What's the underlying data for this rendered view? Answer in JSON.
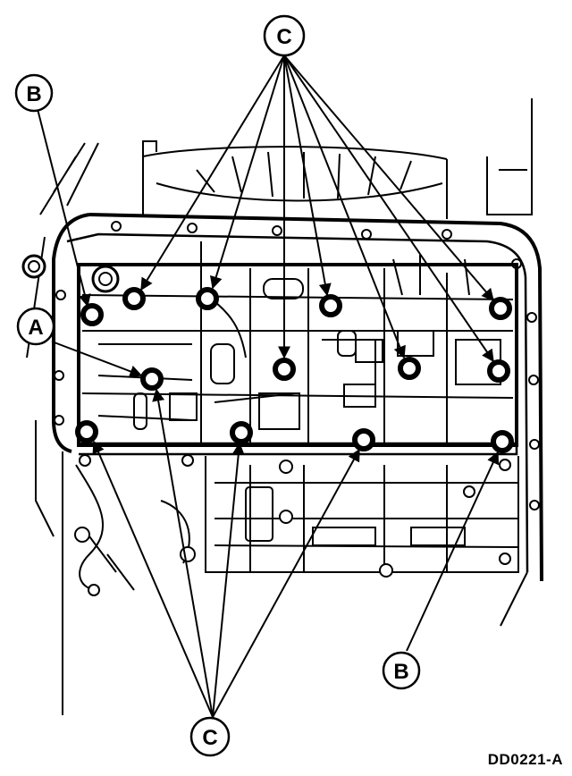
{
  "figure_code": "DD0221-A",
  "callouts": {
    "c_top": "C",
    "b_top": "B",
    "a_left": "A",
    "b_bottom": "B",
    "c_bottom": "C"
  },
  "colors": {
    "ink": "#000000",
    "paper": "#ffffff"
  }
}
